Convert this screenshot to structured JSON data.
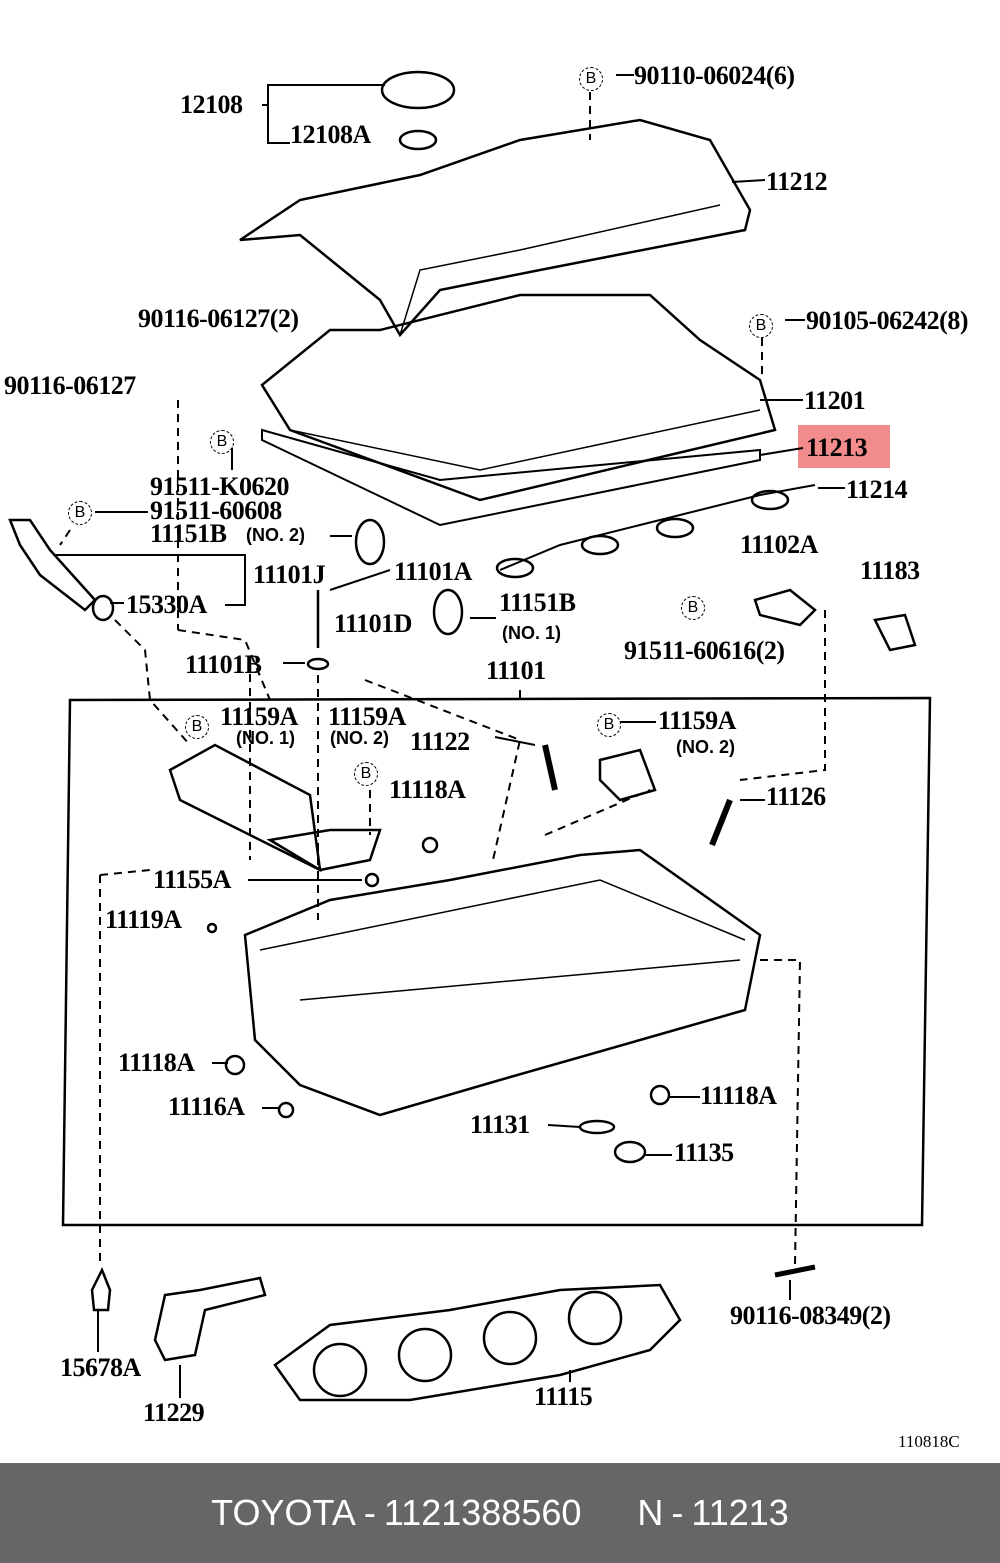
{
  "diagram": {
    "highlight_color": "#f28b8b",
    "bolt_marker": "B",
    "labels": [
      "12108",
      "12108A",
      "90110-06024(6)",
      "11212",
      "90116-06127(2)",
      "90105-06242(8)",
      "90116-06127",
      "11201",
      "11213",
      "11214",
      "91511-K0620",
      "91511-60608",
      "11151B",
      "11101J",
      "11101A",
      "15330A",
      "11151B",
      "11102A",
      "11183",
      "11101D",
      "91511-60616(2)",
      "11101B",
      "11101",
      "11159A",
      "11159A",
      "11122",
      "11159A",
      "11118A",
      "11126",
      "11155A",
      "11119A",
      "11118A",
      "11118A",
      "11116A",
      "11131",
      "11135",
      "90116-08349(2)",
      "15678A",
      "11229",
      "11115"
    ],
    "sub_labels": [
      "(NO. 2)",
      "(NO. 1)",
      "(NO. 1)",
      "(NO. 2)",
      "(NO. 2)"
    ],
    "illustration_code": "110818C"
  },
  "footer": {
    "brand": "TOYOTA",
    "separator": "-",
    "part_number": "1121388560",
    "ref_prefix": "N",
    "ref_number": "11213"
  }
}
